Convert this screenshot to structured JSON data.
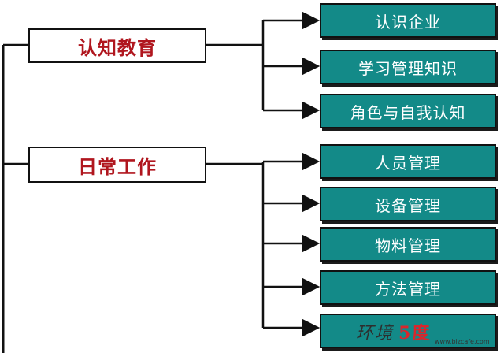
{
  "categories": [
    {
      "label": "认知教育",
      "items": [
        "认识企业",
        "学习管理知识",
        "角色与自我认知"
      ]
    },
    {
      "label": "日常工作",
      "items": [
        "人员管理",
        "设备管理",
        "物料管理",
        "方法管理",
        ""
      ]
    }
  ],
  "watermark": {
    "text": "环境",
    "logo": "5度",
    "url": "www.bizcafe.com"
  },
  "colors": {
    "category_text": "#b0161e",
    "item_fill": "#138a88",
    "item_text": "#ffffff",
    "lines": "#111111"
  }
}
